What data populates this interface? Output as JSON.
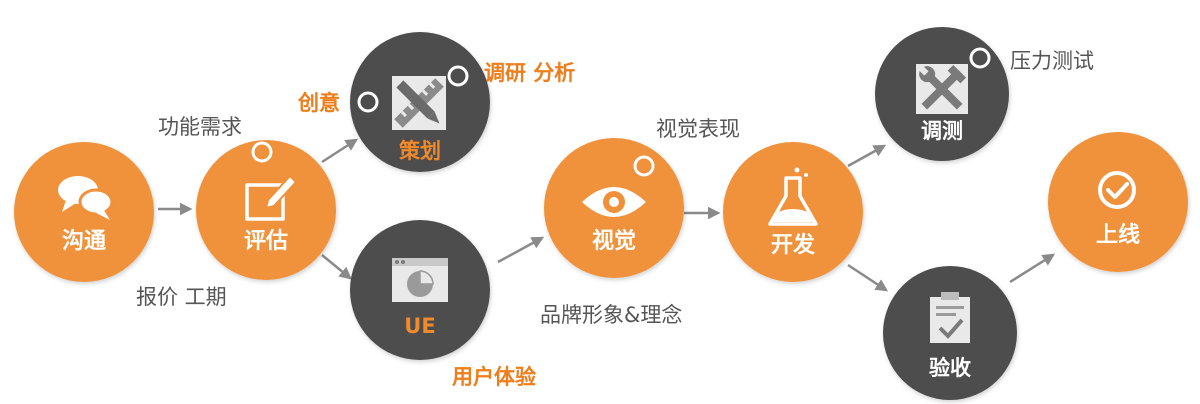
{
  "colors": {
    "orange": "#f0913a",
    "dark": "#4d4d4d",
    "arrow": "#8a8a8a",
    "note_gray": "#555555",
    "note_orange": "#ee7d1b",
    "label_light": "#ffffff",
    "label_accent": "#f08a2a"
  },
  "nodes": {
    "goutong": {
      "label": "沟通",
      "icon": "chat-bubbles-icon"
    },
    "pinggu": {
      "label": "评估",
      "icon": "edit-icon"
    },
    "cehua": {
      "label": "策划",
      "icon": "ruler-pencil-icon"
    },
    "ue": {
      "label": "UE",
      "icon": "window-chart-icon"
    },
    "shijue": {
      "label": "视觉",
      "icon": "eye-icon"
    },
    "kaifa": {
      "label": "开发",
      "icon": "flask-icon"
    },
    "tiaoce": {
      "label": "调测",
      "icon": "tools-icon"
    },
    "yanshou": {
      "label": "验收",
      "icon": "clipboard-check-icon"
    },
    "shangxian": {
      "label": "上线",
      "icon": "check-circle-icon"
    }
  },
  "notes": {
    "requirements": "功能需求",
    "quote": "报价 工期",
    "creativity": "创意",
    "research": "调研 分析",
    "ux": "用户体验",
    "visual": "视觉表现",
    "brand": "品牌形象&理念",
    "stress": "压力测试"
  }
}
